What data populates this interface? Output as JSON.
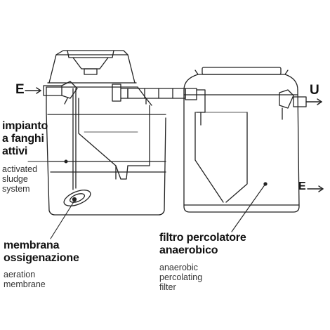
{
  "flow_markers": {
    "inlet": "E",
    "outlet": "U",
    "inlet_2": "E"
  },
  "labels": {
    "activated_it": "impianto\na fanghi\nattivi",
    "activated_en": "activated\nsludge\nsystem",
    "membrane_it": "membrana\nossigenazione",
    "membrane_en": "aeration\nmembrane",
    "filter_it": "filtro percolatore\nanaerobico",
    "filter_en": "anaerobic\npercolating\nfilter"
  },
  "colors": {
    "stroke": "#222222",
    "text": "#111111",
    "subtext": "#333333"
  }
}
